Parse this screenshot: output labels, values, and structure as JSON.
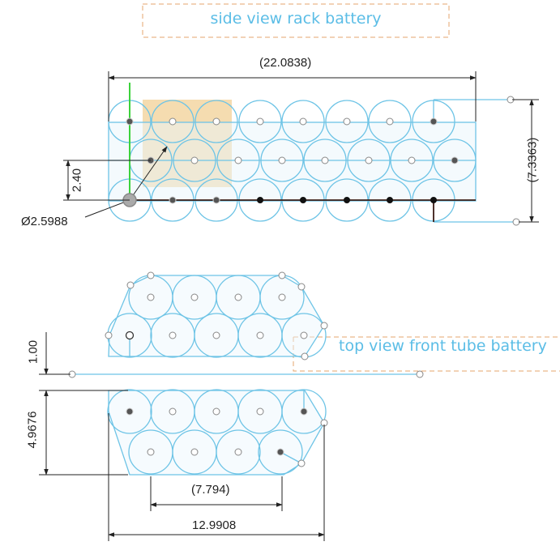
{
  "notes": {
    "side_view": "side view rack battery",
    "top_view": "top view front tube battery"
  },
  "dimensions": {
    "rack_width": "(22.0838)",
    "rack_height": "(7.3363)",
    "row_pitch": "2.40",
    "cell_diameter": "Ø2.5988",
    "tube_gap": "1.00",
    "tube_section_height": "4.9676",
    "tube_inner_width": "(7.794)",
    "tube_width": "12.9908"
  },
  "colors": {
    "cell_stroke": "#6ec4e6",
    "cell_fill": "#eaf6fc",
    "dim_line": "#222222",
    "note_text": "#5bbde6",
    "note_frame": "#e5a46d",
    "highlight": "#f5dcb0",
    "fixed_line": "#3a1c14",
    "fixed_point": "#111111",
    "construction_green": "#3cd23c",
    "free_point": "#888888"
  }
}
